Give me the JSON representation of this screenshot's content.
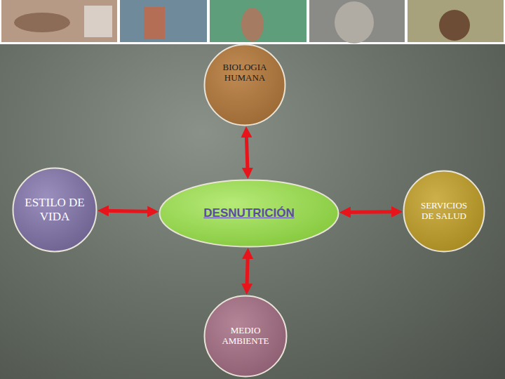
{
  "diagram": {
    "nodes": [
      {
        "text": [
          "BIOLOGIA HUMANA"
        ]
      },
      {
        "text": [
          "ESTILO DE VIDA"
        ]
      },
      {
        "text": [
          "DESNUTRICIÓN"
        ]
      },
      {
        "text": [
          "SERVICIOS DE SALUD"
        ]
      },
      {
        "text": [
          "MEDIO AMBIENTE"
        ]
      }
    ],
    "edges": [
      {
        "from": 0,
        "to": 2,
        "arrow": "both"
      },
      {
        "from": 1,
        "to": 2,
        "arrow": "both"
      },
      {
        "from": 2,
        "to": 3,
        "arrow": "both"
      },
      {
        "from": 2,
        "to": 4,
        "arrow": "both"
      }
    ]
  }
}
